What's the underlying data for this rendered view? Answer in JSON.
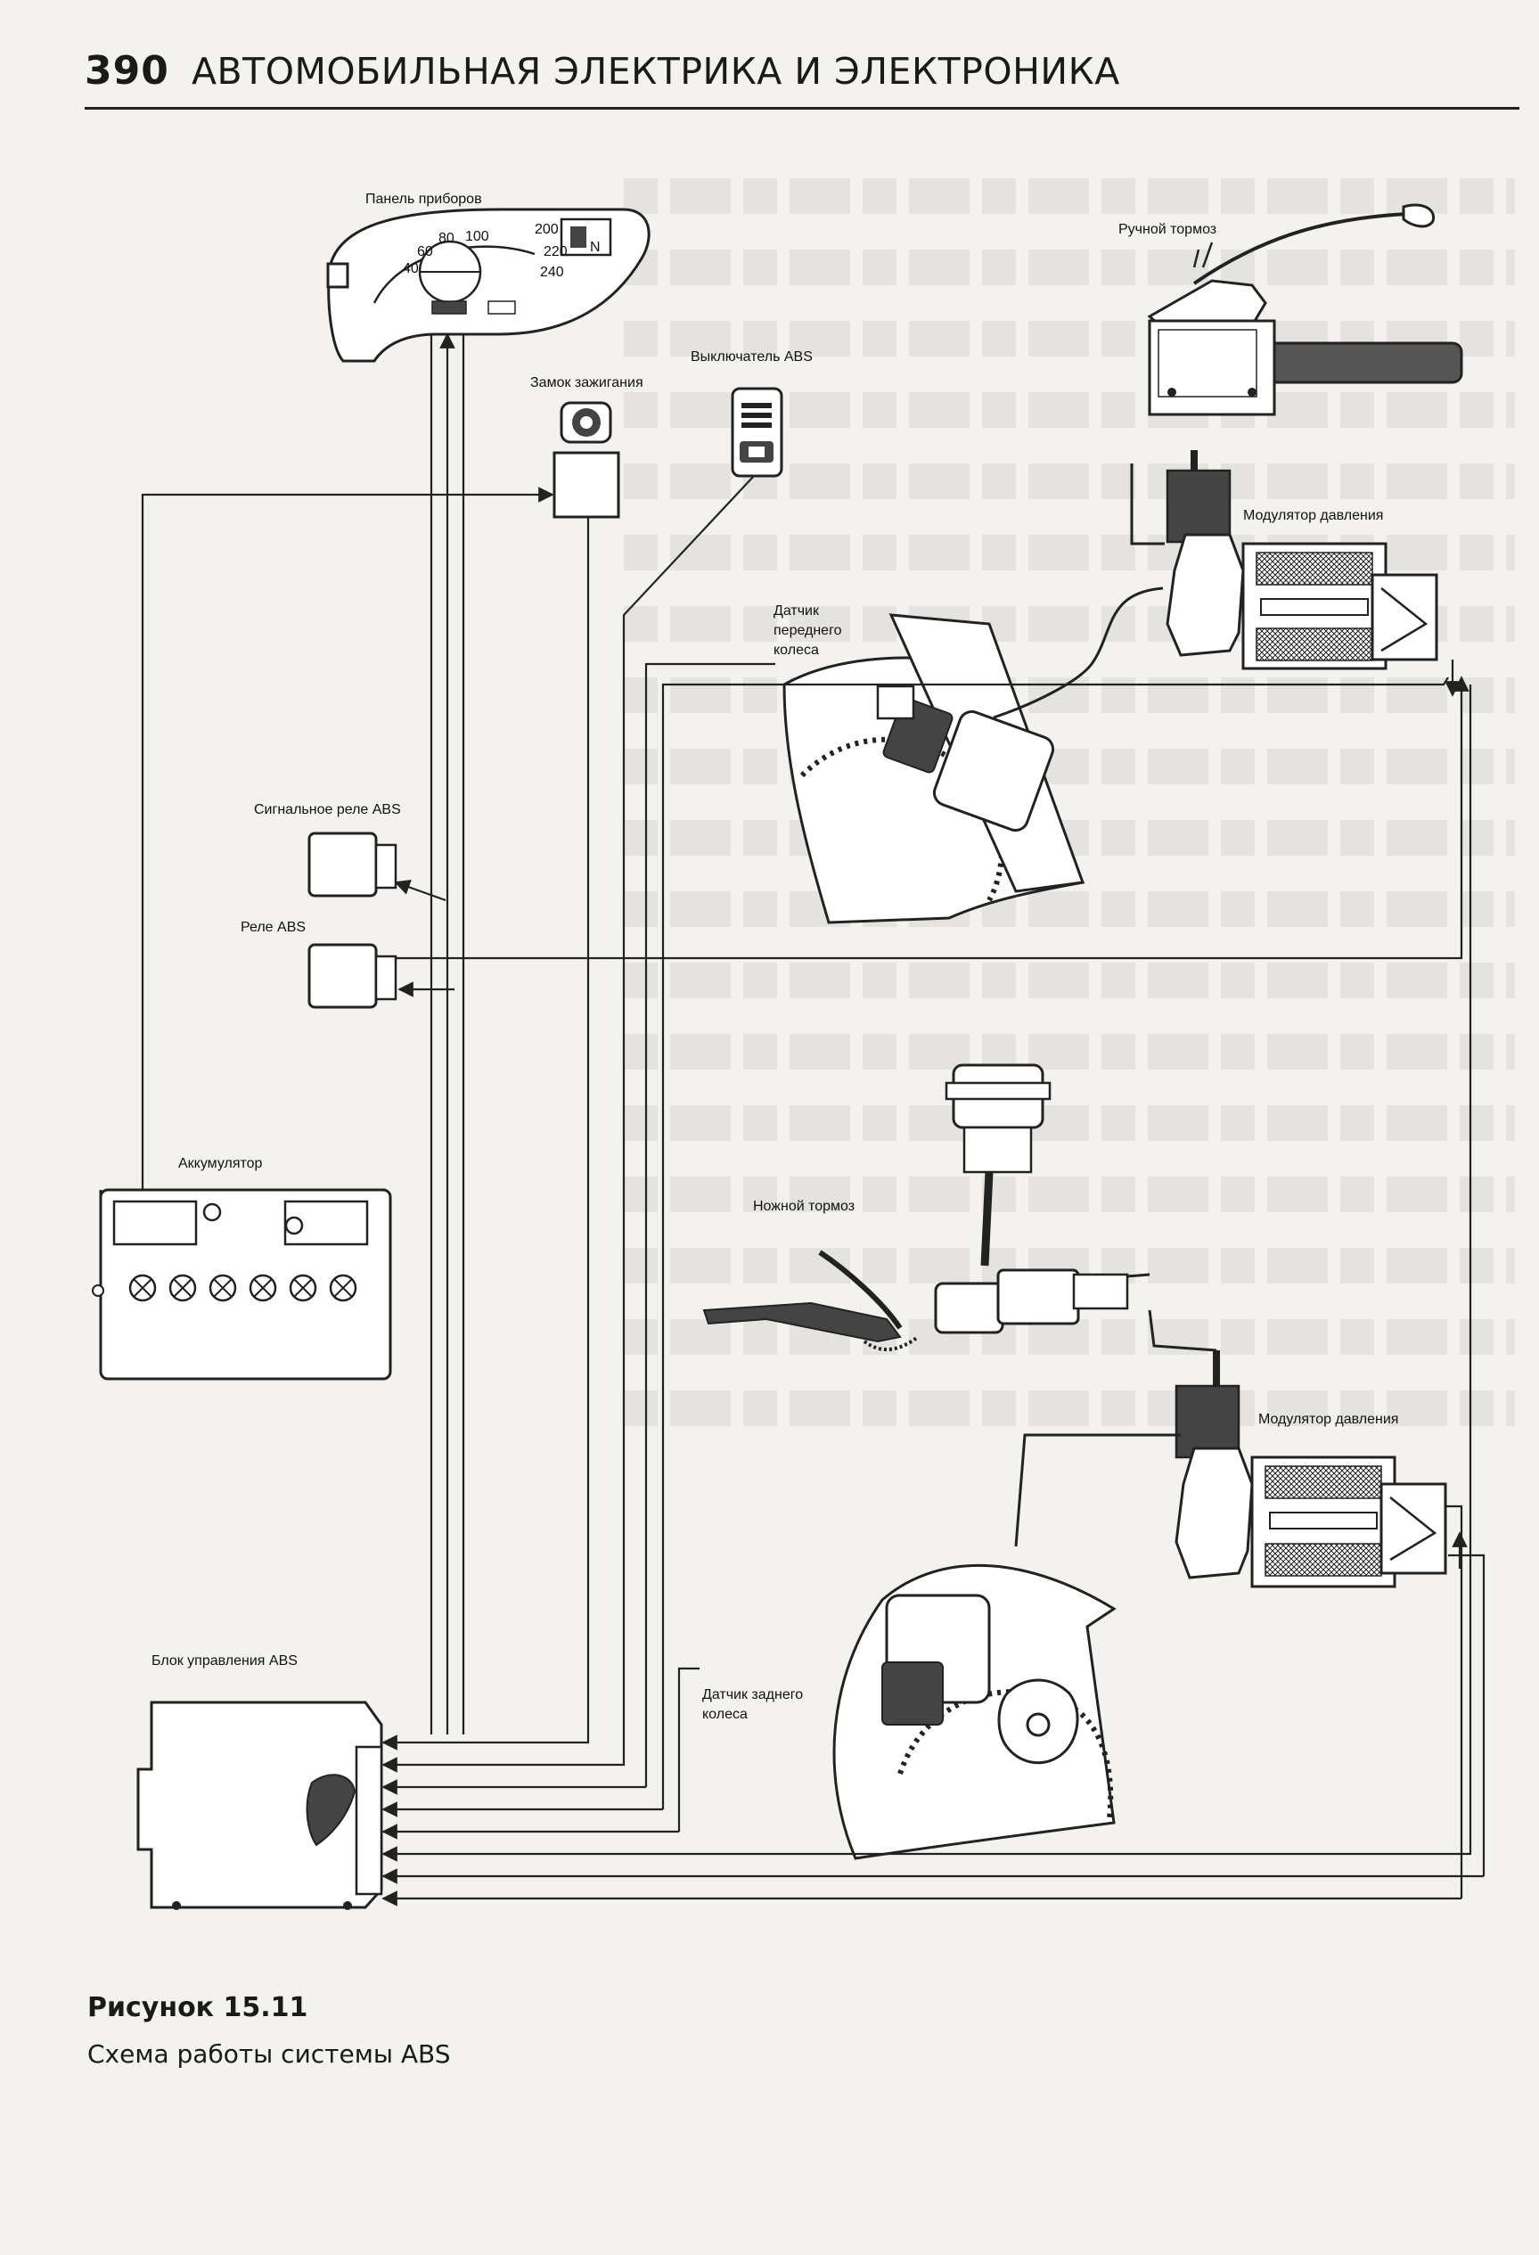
{
  "header": {
    "page_number": "390",
    "title": "АВТОМОБИЛЬНАЯ ЭЛЕКТРИКА И ЭЛЕКТРОНИКА"
  },
  "labels": {
    "instrument_panel": "Панель приборов",
    "hand_brake": "Ручной тормоз",
    "abs_switch": "Выключатель ABS",
    "ignition_lock": "Замок зажигания",
    "pressure_modulator_front": "Модулятор давления",
    "front_wheel_sensor_line1": "Датчик",
    "front_wheel_sensor_line2": "переднего",
    "front_wheel_sensor_line3": "колеса",
    "signal_relay_abs": "Сигнальное реле ABS",
    "abs_relay": "Реле ABS",
    "battery": "Аккумулятор",
    "foot_brake": "Ножной тормоз",
    "pressure_modulator_rear": "Модулятор давления",
    "rear_wheel_sensor_line1": "Датчик заднего",
    "rear_wheel_sensor_line2": "колеса",
    "abs_control_unit": "Блок управления ABS"
  },
  "caption": {
    "title": "Рисунок 15.11",
    "text": "Схема работы системы ABS"
  },
  "instrument_readings": {
    "tick_200": "200",
    "tick_220": "220",
    "tick_240": "240",
    "tick_60": "60",
    "tick_80": "80",
    "tick_100": "100",
    "tick_40": "40",
    "gear_n": "N"
  },
  "colors": {
    "page_bg": "#f4f2ee",
    "ink": "#1a1a1a",
    "line": "#222222"
  }
}
